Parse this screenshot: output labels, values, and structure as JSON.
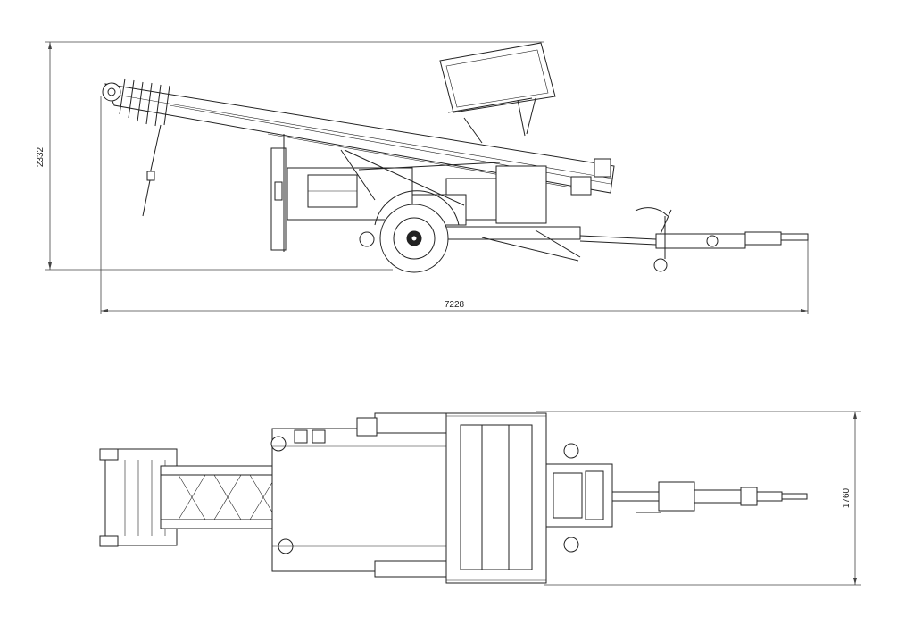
{
  "dimensions": {
    "side_height": "2332",
    "side_length": "7228",
    "top_width": "1760"
  }
}
